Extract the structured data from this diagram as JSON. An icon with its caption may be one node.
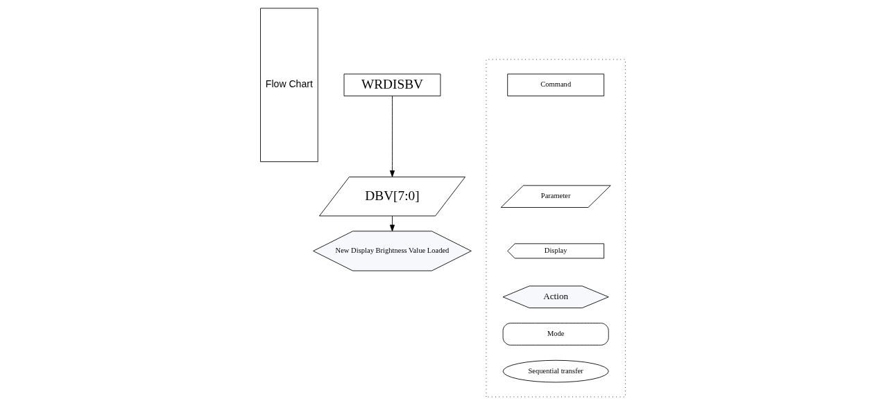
{
  "diagram": {
    "nodes": [
      {
        "text": [
          "Flow Chart"
        ]
      },
      {
        "text": [
          "WRDISBV"
        ]
      },
      {
        "text": [
          "DBV[7:0]"
        ]
      },
      {
        "text": [
          "New Display Brightness Value Loaded"
        ]
      },
      {
        "text": [],
        "shape": "box"
      },
      {
        "text": [
          "Command"
        ],
        "in": 4
      },
      {
        "text": [
          "Parameter"
        ],
        "in": 4
      },
      {
        "text": [
          "Display"
        ],
        "in": 4
      },
      {
        "text": [
          "Action"
        ],
        "in": 4
      },
      {
        "text": [
          "Mode"
        ],
        "in": 4
      },
      {
        "text": [
          "Sequential transfer"
        ],
        "in": 4
      }
    ],
    "edges": [
      {
        "from": 1,
        "to": 2,
        "arrow": "to"
      },
      {
        "from": 2,
        "to": 3,
        "arrow": "to"
      }
    ]
  }
}
